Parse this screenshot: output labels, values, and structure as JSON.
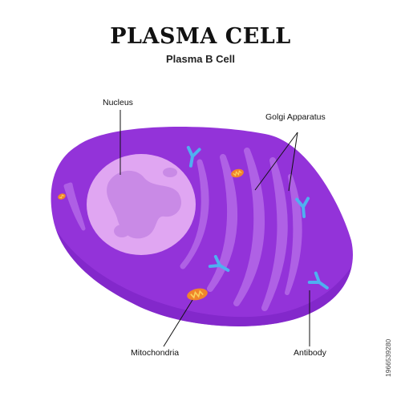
{
  "title": "PLASMA CELL",
  "subtitle": "Plasma B Cell",
  "labels": {
    "nucleus": "Nucleus",
    "golgi": "Golgi Apparatus",
    "mitochondria": "Mitochondria",
    "antibody": "Antibody"
  },
  "watermark": "1966539280",
  "colors": {
    "cytoplasm": "#9333d9",
    "cytoplasm_dark": "#7c23c4",
    "golgi": "#b56ae8",
    "nucleus": "#e0a6f2",
    "nucleolus": "#c98ae6",
    "mitochondria": "#f0852b",
    "mitochondria_inner": "#fbd05a",
    "antibody": "#4fb0f0"
  },
  "icons": [
    "antibody-icon",
    "mitochondria-icon"
  ]
}
